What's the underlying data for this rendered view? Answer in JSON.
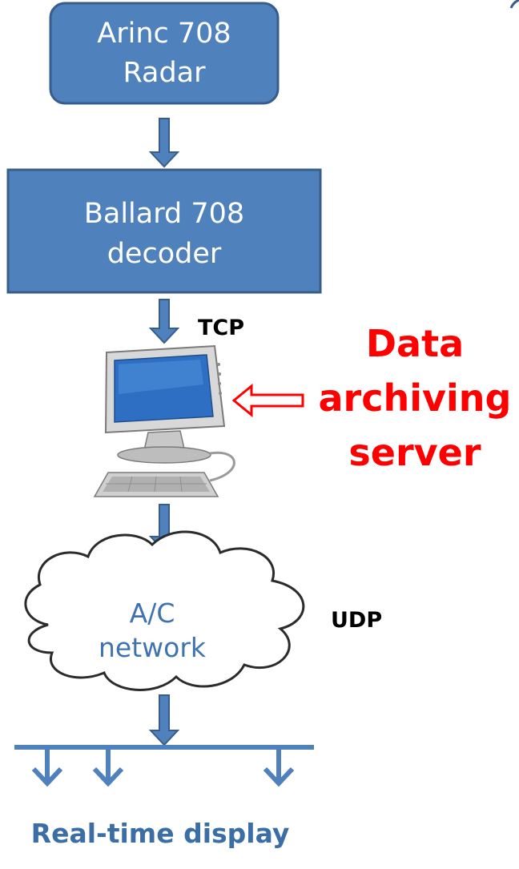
{
  "diagram": {
    "radar_box": {
      "line1": "Arinc 708",
      "line2": "Radar"
    },
    "decoder_box": {
      "line1": "Ballard 708",
      "line2": "decoder"
    },
    "tcp_label": "TCP",
    "server_label": {
      "line1": "Data",
      "line2": "archiving",
      "line3": "server"
    },
    "network_cloud": {
      "line1": "A/C",
      "line2": "network"
    },
    "udp_label": "UDP",
    "display_label": "Real-time display"
  },
  "colors": {
    "box_fill": "#4f81bd",
    "box_stroke": "#385d8a",
    "arrow_fill": "#4f81bd",
    "arrow_stroke": "#385d8a",
    "accent_red": "#ff0000",
    "label_blue": "#3a6ea5"
  },
  "icons": {
    "computer": "desktop-computer-icon",
    "pointer": "hollow-left-arrow-icon"
  }
}
